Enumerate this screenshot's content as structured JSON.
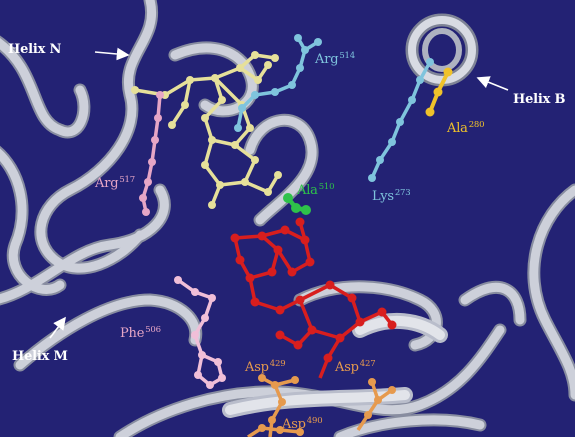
{
  "labels": {
    "helix_n": "Helix N",
    "helix_b": "Helix B",
    "helix_m": "Helix M",
    "arg514": {
      "name": "Arg",
      "num": "514"
    },
    "arg517": {
      "name": "Arg",
      "num": "517"
    },
    "ala280": {
      "name": "Ala",
      "num": "280"
    },
    "ala510": {
      "name": "Ala",
      "num": "510"
    },
    "lys273": {
      "name": "Lys",
      "num": "273"
    },
    "phe506": {
      "name": "Phe",
      "num": "506"
    },
    "asp429": {
      "name": "Asp",
      "num": "429"
    },
    "asp427": {
      "name": "Asp",
      "num": "427"
    },
    "asp490": {
      "name": "Asp",
      "num": "490"
    }
  },
  "colors": {
    "background": "#232274",
    "ribbon": "#c9ccd6",
    "ligand_yellow": "#e6e09a",
    "cofactor_red": "#d81e1e",
    "residue_cyan": "#7fc4dd",
    "residue_pink": "#e6a6c6",
    "residue_green": "#2ec24a",
    "residue_orange": "#e69a4e",
    "residue_gold": "#f0c22a",
    "label_white": "#ffffff"
  }
}
